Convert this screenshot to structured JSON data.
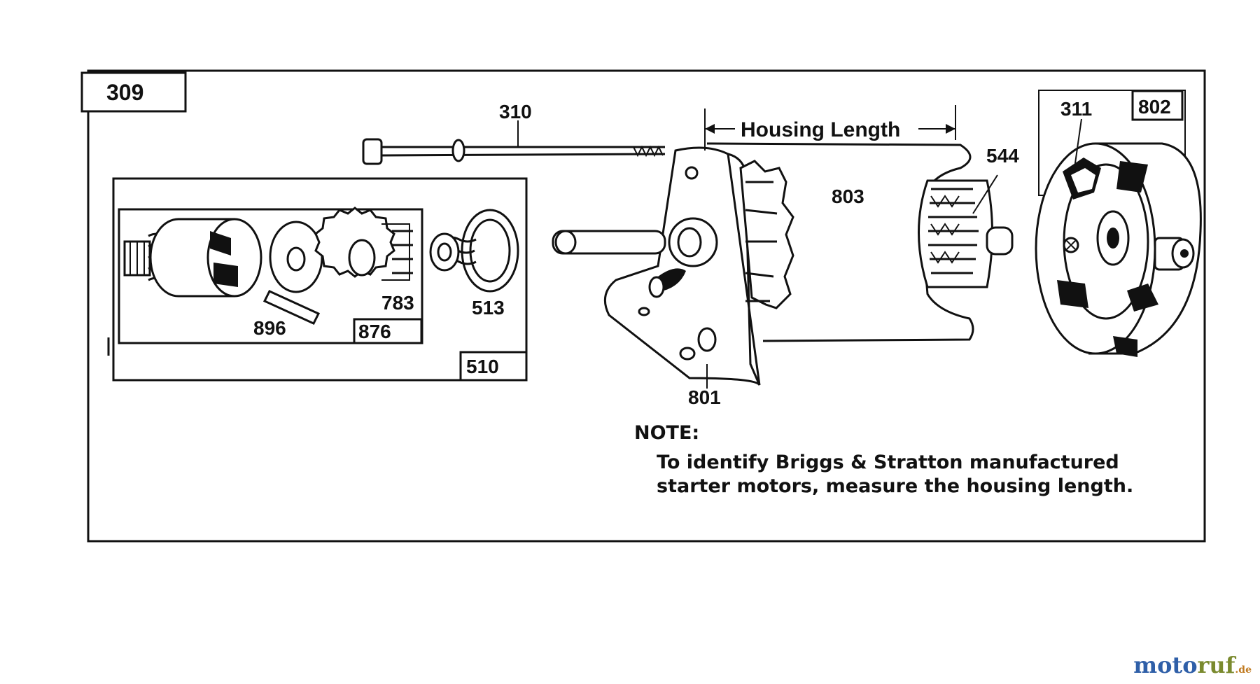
{
  "diagram": {
    "group_label": "309",
    "labels": {
      "p310": "310",
      "housing_length": "Housing Length",
      "p544": "544",
      "p311": "311",
      "p802": "802",
      "p803": "803",
      "p783": "783",
      "p513": "513",
      "p896": "896",
      "p876": "876",
      "p510": "510",
      "p801": "801"
    },
    "note": {
      "heading": "NOTE:",
      "line1": "To identify Briggs & Stratton manufactured",
      "line2": "starter motors, measure the housing length."
    }
  },
  "watermark": {
    "part1": "moto",
    "part2": "ruf",
    "part3": ".de",
    "colors": {
      "part1": "#2f5fa8",
      "part2": "#7a8a2e",
      "part3": "#c07a20"
    }
  }
}
